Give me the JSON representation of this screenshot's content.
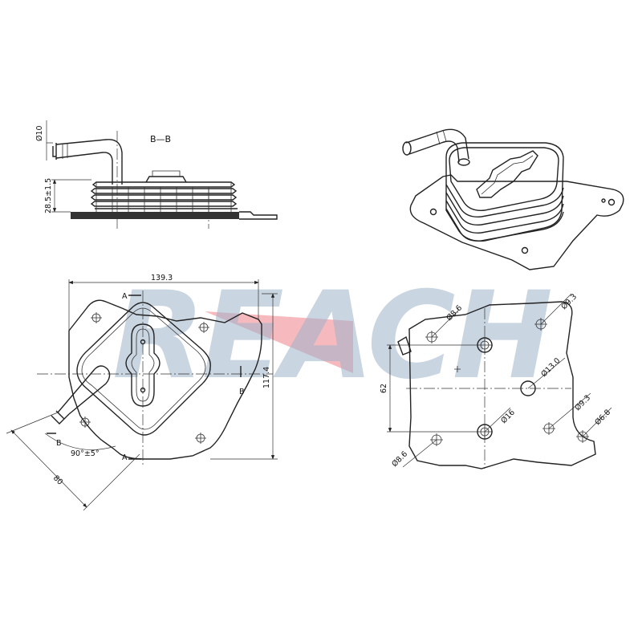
{
  "watermark": {
    "text": "REACH",
    "color": "#9fb3cc",
    "accent": "#f3a3a8"
  },
  "section_view": {
    "label": "B—B",
    "dim_tube_diameter": "Ø10",
    "dim_height": "28.5±1.5"
  },
  "plan_view": {
    "dim_width": "139.3",
    "dim_height": "117.4",
    "dim_tube_length": "80",
    "dim_angle": "90°±5°",
    "section_marks": [
      "A",
      "A",
      "B",
      "B"
    ]
  },
  "gasket_view": {
    "dim_62": "62",
    "holes": [
      "Ø8.6",
      "Ø9.3",
      "Ø13.0",
      "Ø9.3",
      "Ø16",
      "Ø6.8",
      "Ø8.6"
    ]
  }
}
